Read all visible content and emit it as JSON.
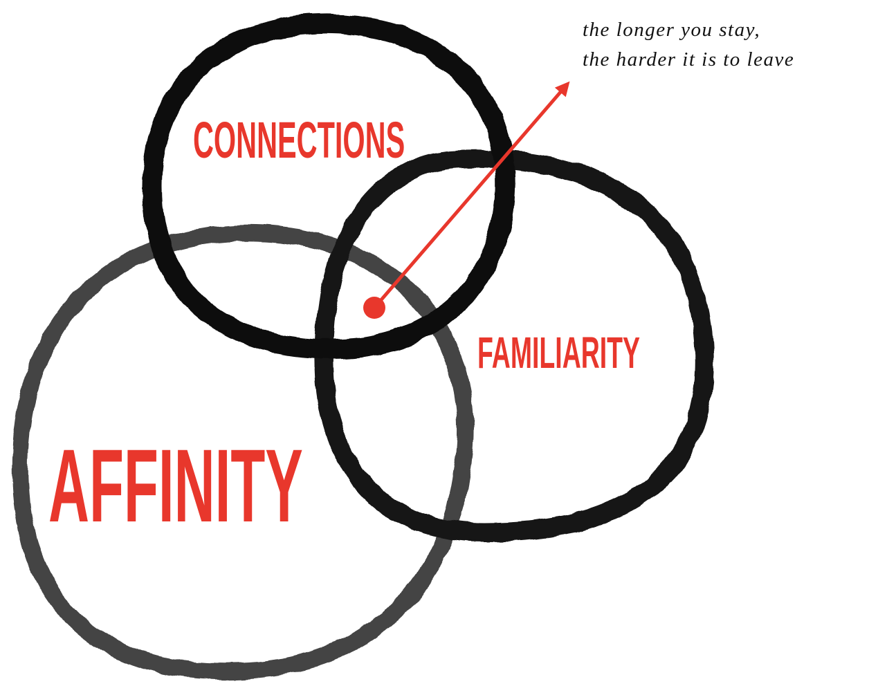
{
  "diagram": {
    "type": "venn",
    "circles": [
      {
        "label": "CONNECTIONS"
      },
      {
        "label": "FAMILIARITY"
      },
      {
        "label": "AFFINITY"
      }
    ],
    "annotation": {
      "line1": "the longer you stay,",
      "line2": "the harder it is to leave"
    }
  },
  "colors": {
    "accent": "#e8372c",
    "ink": "#111111",
    "ink_light": "#3a3a3a",
    "background": "#ffffff"
  }
}
